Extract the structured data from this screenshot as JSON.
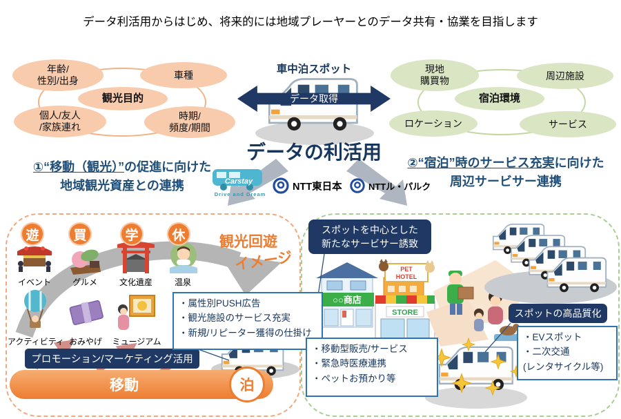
{
  "title": "データ利活用からはじめ、将来的には地域プレーヤーとのデータ共有・協業を目指します",
  "tourism": {
    "center": "観光目的",
    "age": "年齢/\n性別/出身",
    "car": "車種",
    "group": "個人/友人\n/家族連れ",
    "time": "時期/\n頻度/期間",
    "heading_u": "①“移動（観光）”",
    "heading_rest": "の促進に向けた",
    "heading_line2": "地域観光資産との連携"
  },
  "lodging": {
    "center": "宿泊環境",
    "local": "現地\n購買物",
    "facility": "周辺施設",
    "location": "ロケーション",
    "service": "サービス",
    "heading_u": "②“宿泊”時のサービス充実",
    "heading_rest": "に向けた",
    "heading_line2": "周辺サービサー連携"
  },
  "hub": {
    "spot": "車中泊スポット",
    "acquire": "データ取得",
    "main": "データの利活用",
    "carstay": "Carstay",
    "carstay_tagline": "Drive and Dream",
    "ntt_east": "NTT東日本",
    "ntt_leparc": "NTTル・パルク"
  },
  "circulation": {
    "circles": [
      "遊",
      "買",
      "学",
      "休"
    ],
    "flow1": "観光回遊",
    "flow2": "イメージ",
    "spots": [
      "イベント",
      "グルメ",
      "文化遺産",
      "温泉",
      "アクティビティ",
      "おみやげ",
      "ミュージアム"
    ],
    "promotion": "プロモーション/マーケティング活用",
    "move": "移動",
    "stay": "泊",
    "push_box": "・属性別PUSH広告\n・観光施設のサービス充実\n・新規/リピーター獲得の仕掛け"
  },
  "services": {
    "attract": "スポットを中心とした\n新たなサービサー誘致",
    "shop_sign": "○○商店",
    "pet1": "PET",
    "pet2": "HOTEL",
    "store_sign": "STORE",
    "mobile_box": "・移動型販売/サービス\n・緊急時医療連携\n・ペットお預かり等",
    "quality": "スポットの高品質化",
    "ev_box": "・EVスポット\n・二次交通\n (レンタサイクル等)"
  },
  "colors": {
    "navy": "#1F3864",
    "heading_navy": "#1F4E79",
    "orange": "#ED7D31",
    "peach": "#F8CBAD",
    "green_fill": "#D9E5C3",
    "blue_border": "#2E74B5",
    "left_container_border": "#F0A97E",
    "right_container_border": "#A9CE90"
  }
}
